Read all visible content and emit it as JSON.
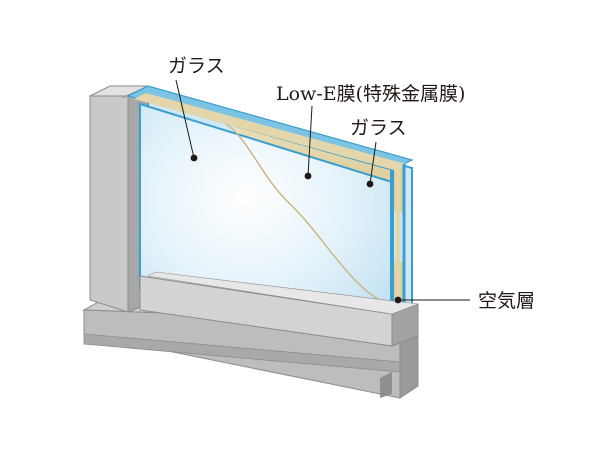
{
  "labels": {
    "glass_outer": "ガラス",
    "low_e": "Low-E膜(特殊金属膜)",
    "glass_inner": "ガラス",
    "air_layer": "空気層"
  },
  "colors": {
    "frame_light": "#d7d7d7",
    "frame_mid": "#b9b9b9",
    "frame_dark": "#8f8f8f",
    "glass_face": "#d6ecf6",
    "glass_edge": "#3a9fcf",
    "lowe_film": "#e4d6ab",
    "leader": "#231815"
  }
}
